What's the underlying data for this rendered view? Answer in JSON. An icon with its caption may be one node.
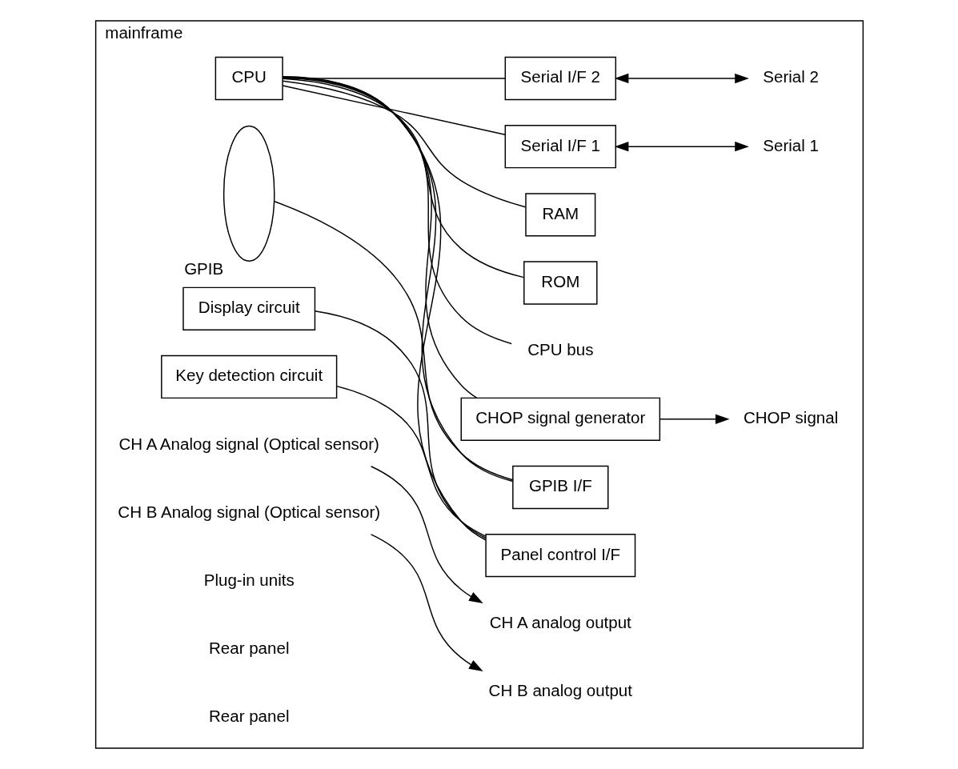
{
  "diagram": {
    "nodes": [
      {
        "text": [
          "mainframe"
        ]
      },
      {
        "text": [
          "CPU"
        ],
        "in": 0
      },
      {
        "text": [
          "ROM"
        ],
        "in": 0
      },
      {
        "text": [
          "RAM"
        ],
        "in": 0
      },
      {
        "text": [],
        "shape": "oval",
        "beside": [
          "GPIB"
        ],
        "in": 0
      },
      {
        "text": [
          "GPIB I/F"
        ],
        "in": 0
      },
      {
        "text": [
          "Serial I/F 1"
        ],
        "in": 0
      },
      {
        "text": [
          "Serial I/F 2"
        ],
        "in": 0
      },
      {
        "text": [
          "CHOP signal generator"
        ],
        "in": 0
      },
      {
        "text": [
          "Display circuit"
        ],
        "in": 0
      },
      {
        "text": [
          "Panel control I/F"
        ],
        "in": 0
      },
      {
        "text": [
          "Key detection circuit"
        ],
        "in": 0
      },
      {
        "text": [
          "CPU bus"
        ],
        "in": 0
      },
      {
        "text": [
          "Serial 1"
        ],
        "in": 0
      },
      {
        "text": [
          "Serial 2"
        ],
        "in": 0
      },
      {
        "text": [
          "CHOP signal"
        ],
        "in": 0
      },
      {
        "text": [
          "CH A analog output"
        ],
        "in": 0
      },
      {
        "text": [
          "CH B analog output"
        ],
        "in": 0
      },
      {
        "text": [
          "CH A Analog signal (Optical sensor)"
        ],
        "in": 0
      },
      {
        "text": [
          "CH B Analog signal (Optical sensor)"
        ],
        "in": 0
      }
    ],
    "edges": [
      {
        "from": 1,
        "to": 12,
        "arrow": "none"
      },
      {
        "from": 1,
        "to": 2,
        "arrow": "none"
      },
      {
        "from": 1,
        "to": 3,
        "arrow": "none"
      },
      {
        "from": 1,
        "to": 5,
        "arrow": "none"
      },
      {
        "from": 1,
        "to": 6,
        "arrow": "none"
      },
      {
        "from": 1,
        "to": 7,
        "arrow": "none"
      },
      {
        "from": 1,
        "to": 8,
        "arrow": "none"
      },
      {
        "from": 1,
        "to": 10,
        "arrow": "none"
      },
      {
        "from": 4,
        "to": 5,
        "arrow": "none"
      },
      {
        "from": 9,
        "to": 10,
        "arrow": "none"
      },
      {
        "from": 11,
        "to": 10,
        "arrow": "none"
      },
      {
        "from": 6,
        "to": 13,
        "arrow": "both"
      },
      {
        "from": 7,
        "to": 14,
        "arrow": "both"
      },
      {
        "from": 8,
        "to": 15,
        "arrow": "to"
      },
      {
        "from": 18,
        "to": 16,
        "arrow": "to"
      },
      {
        "from": 19,
        "to": 17,
        "arrow": "to"
      }
    ],
    "labels": [
      "Plug-in units",
      "Rear panel",
      "Rear panel"
    ]
  }
}
